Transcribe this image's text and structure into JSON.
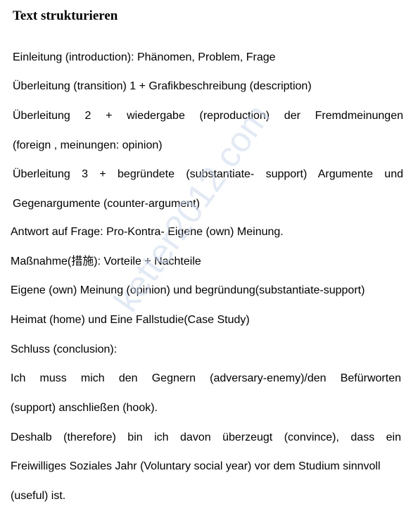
{
  "title": "Text strukturieren",
  "lines": [
    "Einleitung (introduction): Phänomen, Problem, Frage",
    "Überleitung (transition) 1 + Grafikbeschreibung (description)",
    "Überleitung 2 + wiedergabe (reproduction) der Fremdmeinungen",
    "(foreign , meinungen: opinion)",
    "Überleitung 3 + begründete (substantiate- support) Argumente und",
    "Gegenargumente (counter-argument)",
    "Antwort auf Frage: Pro-Kontra- Eigene (own) Meinung.",
    "Maßnahme(措施): Vorteile + Nachteile",
    "Eigene (own) Meinung (opinion) und begründung(substantiate-support)",
    "Heimat (home) und Eine Fallstudie(Case Study)",
    "Schluss (conclusion):",
    "Ich muss mich den Gegnern (adversary-enemy)/den Befürworten",
    "(support) anschließen (hook).",
    "Deshalb (therefore) bin ich davon überzeugt (convince), dass ein",
    "Freiwilliges Soziales Jahr (Voluntary social year) vor dem Studium sinnvoll",
    "(useful) ist."
  ],
  "watermark": "ketter2012.com"
}
